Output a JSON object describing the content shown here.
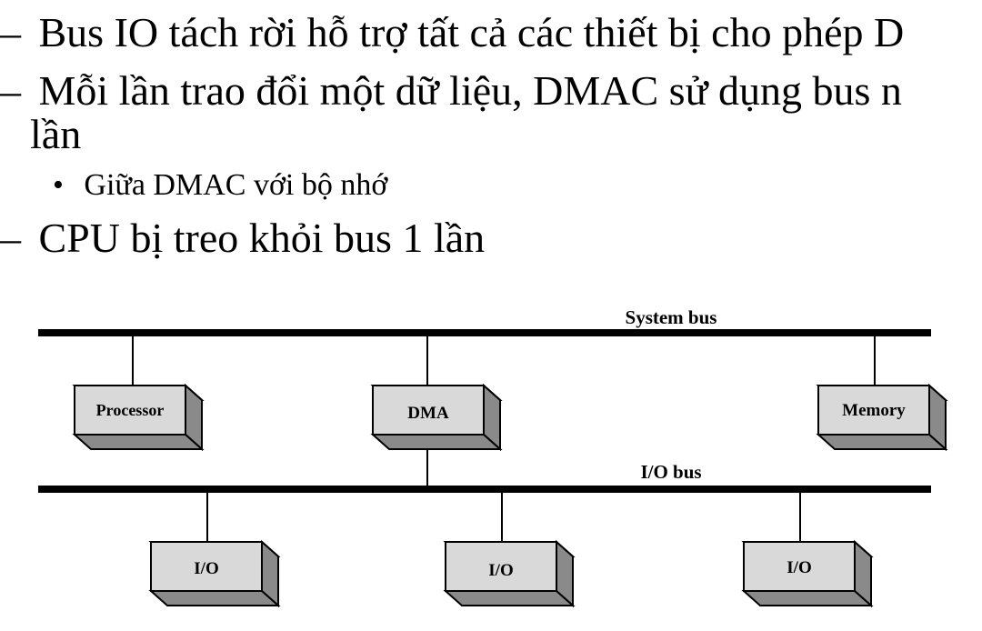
{
  "bullets": [
    {
      "level": 1,
      "marker": "–",
      "text": "Bus IO tách rời hỗ trợ tất cả các thiết bị cho phép D"
    },
    {
      "level": 1,
      "marker": "–",
      "text": "Mỗi lần trao đổi một dữ liệu, DMAC sử dụng bus n"
    },
    {
      "level": 1,
      "marker": "",
      "text": "lần"
    },
    {
      "level": 2,
      "marker": "•",
      "text": "Giữa DMAC với bộ nhớ"
    },
    {
      "level": 1,
      "marker": "–",
      "text": "CPU bị treo khỏi bus 1 lần"
    }
  ],
  "diagram": {
    "system_bus_label": "System bus",
    "io_bus_label": "I/O bus",
    "processor_label": "Processor",
    "dma_label": "DMA",
    "memory_label": "Memory",
    "io_modules": [
      {
        "label": "I/O"
      },
      {
        "label": "I/O"
      },
      {
        "label": "I/O"
      }
    ],
    "box_face_color": "#d9d9d9",
    "box_side_color": "#8a8a8a",
    "box_top_color": "#f2f2f2"
  }
}
